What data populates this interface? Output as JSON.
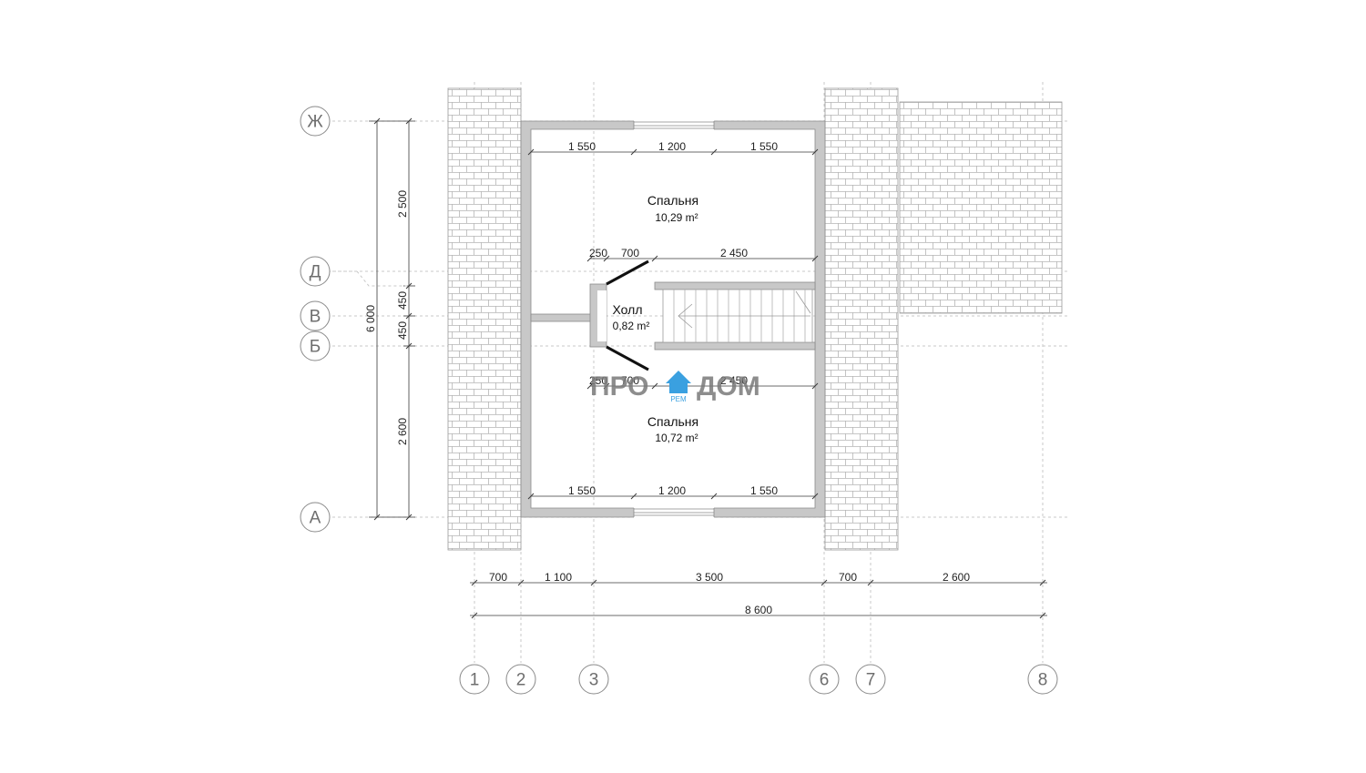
{
  "axes": {
    "horizontal": [
      "Ж",
      "Д",
      "В",
      "Б",
      "А"
    ],
    "vertical": [
      "1",
      "2",
      "3",
      "6",
      "7",
      "8"
    ]
  },
  "rooms": [
    {
      "name": "Спальня",
      "area": "10,29 m²"
    },
    {
      "name": "Холл",
      "area": "0,82 m²"
    },
    {
      "name": "Спальня",
      "area": "10,72 m²"
    }
  ],
  "dims": {
    "top_room": [
      "1 550",
      "1 200",
      "1 550"
    ],
    "top_hall": [
      "250",
      "700",
      "2 450"
    ],
    "bottom_hall": [
      "250",
      "700",
      "2 450"
    ],
    "bottom_room": [
      "1 550",
      "1 200",
      "1 550"
    ],
    "bottom_chain": [
      "700",
      "1 100",
      "3 500",
      "700",
      "2 600"
    ],
    "overall_x": "8 600",
    "left_chain": [
      "2 500",
      "450",
      "450",
      "2 600"
    ],
    "overall_y": "6 000"
  },
  "logo": {
    "left": "ПРО",
    "right": "ДОМ",
    "sub": "РЕМ",
    "color_house": "#3aa0e0"
  },
  "colors": {
    "wall": "#c8c8c8",
    "roof_line": "#a0a0a0"
  }
}
